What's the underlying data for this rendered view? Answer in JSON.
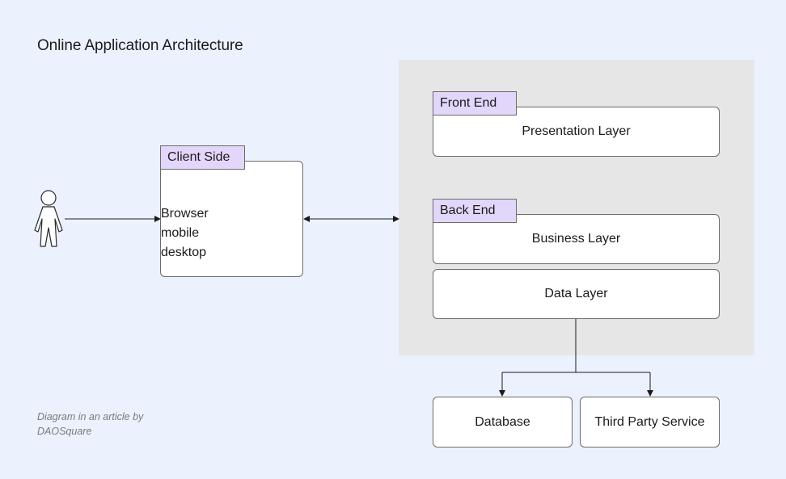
{
  "diagram": {
    "title": "Online Application Architecture",
    "client": {
      "tag": "Client Side",
      "lines": [
        "Browser",
        "mobile",
        "desktop"
      ]
    },
    "front_end": {
      "tag": "Front End",
      "presentation_layer": "Presentation Layer"
    },
    "back_end": {
      "tag": "Back End",
      "business_layer": "Business Layer",
      "data_layer": "Data Layer"
    },
    "storage": {
      "database": "Database",
      "third_party": "Third Party Service"
    },
    "caption": {
      "line1": "Diagram in an article by",
      "line2": "DAOSquare"
    }
  },
  "colors": {
    "background": "#ecf2fd",
    "server_panel": "#e6e6e6",
    "tag_fill": "#e3d6fb",
    "box_fill": "#ffffff",
    "stroke": "#6b6b6b"
  }
}
